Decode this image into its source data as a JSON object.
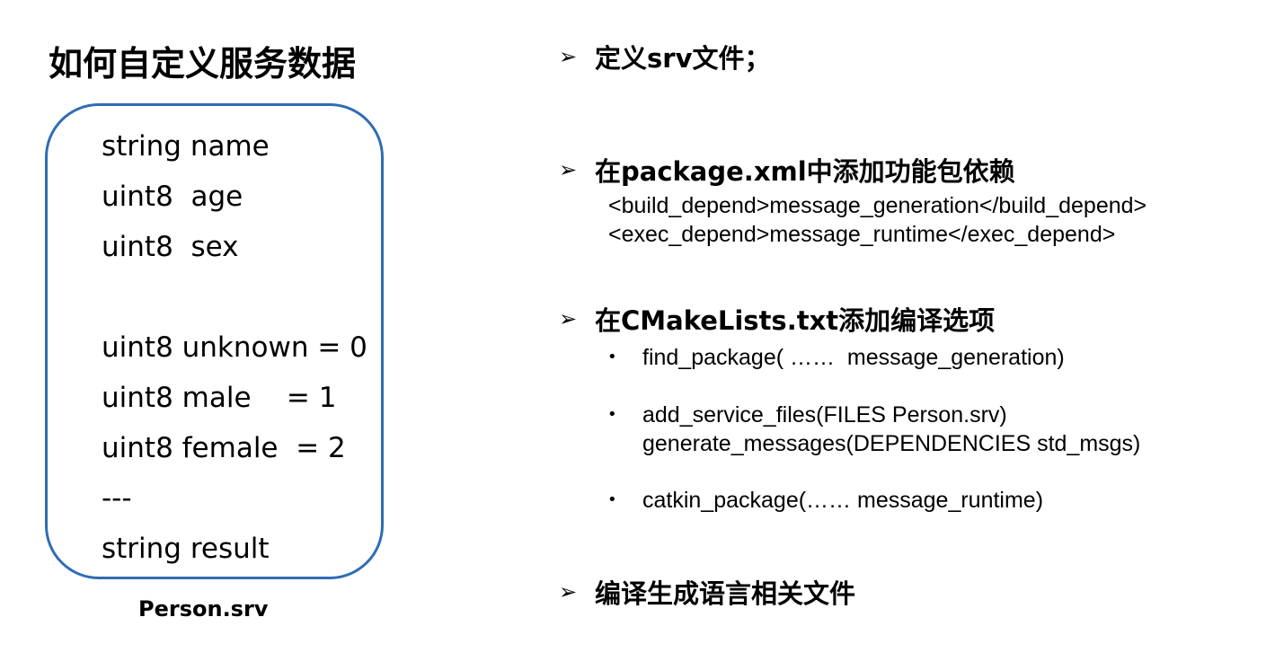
{
  "left": {
    "title": "如何自定义服务数据",
    "srv_lines": [
      "string name",
      "uint8  age",
      "uint8  sex",
      "uint8 unknown = 0",
      "uint8 male    = 1",
      "uint8 female  = 2",
      "---",
      "string result"
    ],
    "caption": "Person.srv",
    "border_color": "#2f6db5"
  },
  "right": {
    "arrow_glyph": "➢",
    "steps": [
      {
        "label": "定义srv文件；"
      },
      {
        "label": "在package.xml中添加功能包依赖",
        "code": [
          "<build_depend>message_generation</build_depend>",
          "<exec_depend>message_runtime</exec_depend>"
        ]
      },
      {
        "label": "在CMakeLists.txt添加编译选项",
        "bullet_glyph": "•",
        "bullets": [
          [
            "find_package( ……  message_generation)"
          ],
          [
            "add_service_files(FILES Person.srv)",
            "generate_messages(DEPENDENCIES std_msgs)"
          ],
          [
            "catkin_package(…… message_runtime)"
          ]
        ]
      },
      {
        "label": "编译生成语言相关文件"
      }
    ]
  }
}
